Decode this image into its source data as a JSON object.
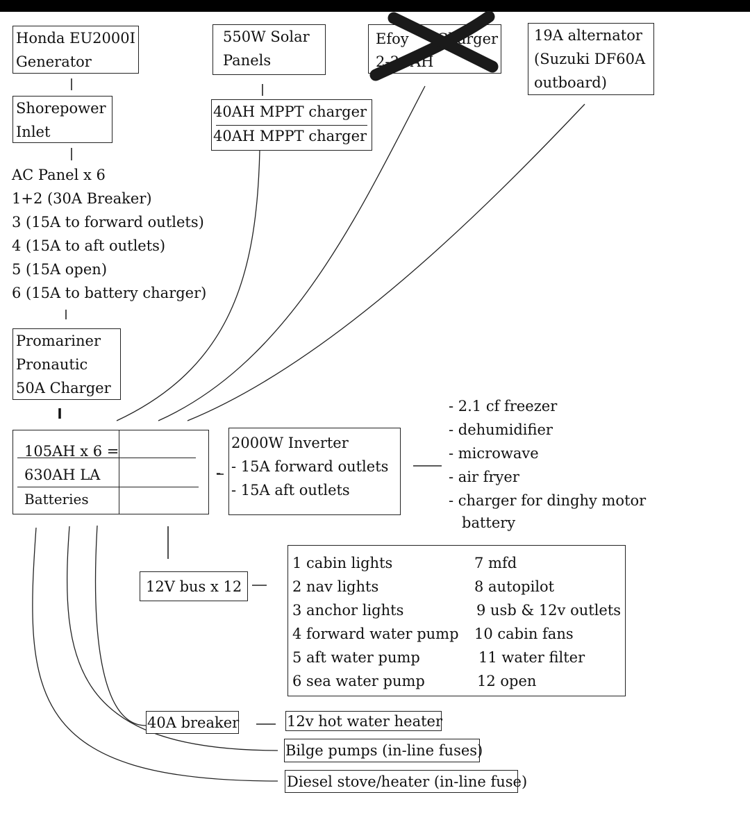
{
  "sources": {
    "generator": [
      "Honda EU2000I",
      "Generator"
    ],
    "solar": [
      "550W Solar",
      "Panels"
    ],
    "efoy": [
      "Efoy",
      "Charger",
      "2-3",
      "AH"
    ],
    "alternator": [
      "19A alternator",
      "(Suzuki DF60A",
      "outboard)"
    ]
  },
  "shorepower": [
    "Shorepower",
    "Inlet"
  ],
  "mppt": [
    "40AH MPPT charger",
    "40AH MPPT charger"
  ],
  "ac_panel": [
    "AC Panel x 6",
    "1+2 (30A Breaker)",
    "3 (15A to forward outlets)",
    "4 (15A to aft outlets)",
    "5 (15A open)",
    "6 (15A to battery charger)"
  ],
  "charger": [
    "Promariner",
    "Pronautic",
    "50A Charger"
  ],
  "batteries": [
    "105AH x 6 =",
    "630AH LA",
    "Batteries"
  ],
  "dash": "-",
  "inverter": [
    "2000W Inverter",
    "- 15A forward outlets",
    "- 15A aft outlets"
  ],
  "inverter_loads": [
    "- 2.1 cf freezer",
    "- dehumidifier",
    "- microwave",
    "- air fryer",
    "- charger for dinghy motor",
    "battery"
  ],
  "bus": "12V bus x 12",
  "bus_circuits_left": [
    "1 cabin lights",
    "2 nav lights",
    "3 anchor lights",
    "4 forward water pump",
    "5 aft water pump",
    "6 sea water pump"
  ],
  "bus_circuits_right": [
    "7 mfd",
    "8 autopilot",
    "9 usb & 12v outlets",
    "10 cabin fans",
    "11 water filter",
    "12 open"
  ],
  "breaker": "40A breaker",
  "hot_water": "12v hot water heater",
  "bilge": "Bilge pumps (in-line fuses)",
  "stove": "Diesel stove/heater (in-line fuse)",
  "colors": {
    "ink": "#111111",
    "background": "#ffffff",
    "cross_out": "#1a1a1a"
  }
}
